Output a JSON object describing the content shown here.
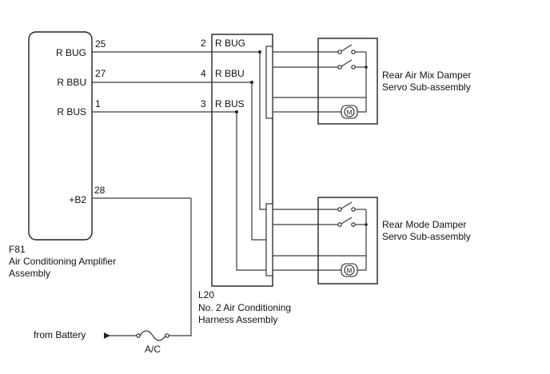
{
  "amplifier": {
    "code": "F81",
    "name_line1": "Air Conditioning Amplifier",
    "name_line2": "Assembly",
    "pins": [
      {
        "name": "R BUG",
        "number": "25"
      },
      {
        "name": "R BBU",
        "number": "27"
      },
      {
        "name": "R BUS",
        "number": "1"
      },
      {
        "name": "+B2",
        "number": "28"
      }
    ]
  },
  "harness": {
    "code": "L20",
    "name_line1": "No. 2 Air Conditioning",
    "name_line2": "Harness Assembly",
    "pins": [
      {
        "number": "2",
        "name": "R BUG"
      },
      {
        "number": "4",
        "name": "R BBU"
      },
      {
        "number": "3",
        "name": "R BUS"
      }
    ]
  },
  "servos": [
    {
      "name_line1": "Rear Air Mix Damper",
      "name_line2": "Servo Sub-assembly"
    },
    {
      "name_line1": "Rear Mode Damper",
      "name_line2": "Servo Sub-assembly"
    }
  ],
  "motor_symbol": "M",
  "power": {
    "source_label": "from Battery",
    "fuse_label": "A/C"
  }
}
